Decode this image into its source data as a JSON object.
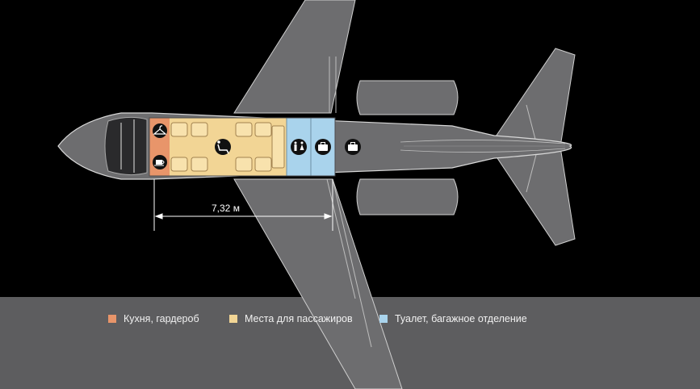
{
  "dimension": {
    "length_label": "7,32 м"
  },
  "legend": [
    {
      "label": "Кухня, гардероб",
      "color": "#e8956a"
    },
    {
      "label": "Места для пассажиров",
      "color": "#f2d595"
    },
    {
      "label": "Туалет, багажное отделение",
      "color": "#a9d3ec"
    }
  ],
  "colors": {
    "background": "#000000",
    "band": "#5d5d5f",
    "airframe": "#6d6d6f",
    "airframe_dark": "#4a4a4c",
    "outline": "#d8d8d8"
  },
  "icons": [
    "hanger-icon",
    "coffee-cup-icon",
    "reclining-seat-icon",
    "restroom-icon",
    "luggage-icon",
    "luggage-icon"
  ]
}
